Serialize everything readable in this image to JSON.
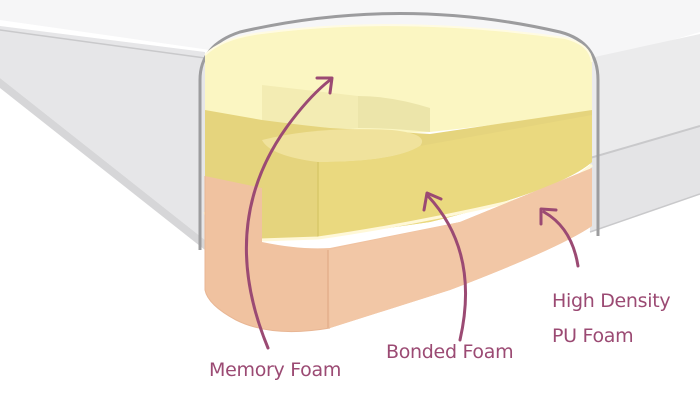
{
  "labels": {
    "memory_foam": "Memory Foam",
    "bonded_foam": "Bonded Foam",
    "hd_foam_line1": "High Density",
    "hd_foam_line2": "PU Foam"
  },
  "colors": {
    "label_and_arrows": "#9b4a73",
    "memory_foam": "#fbf6c2",
    "bonded_foam": "#e5d47d",
    "hd_pu_foam": "#f0c2a0",
    "mattress_cover": "#e9e9ea",
    "cover_outline": "#9c9c9e"
  }
}
